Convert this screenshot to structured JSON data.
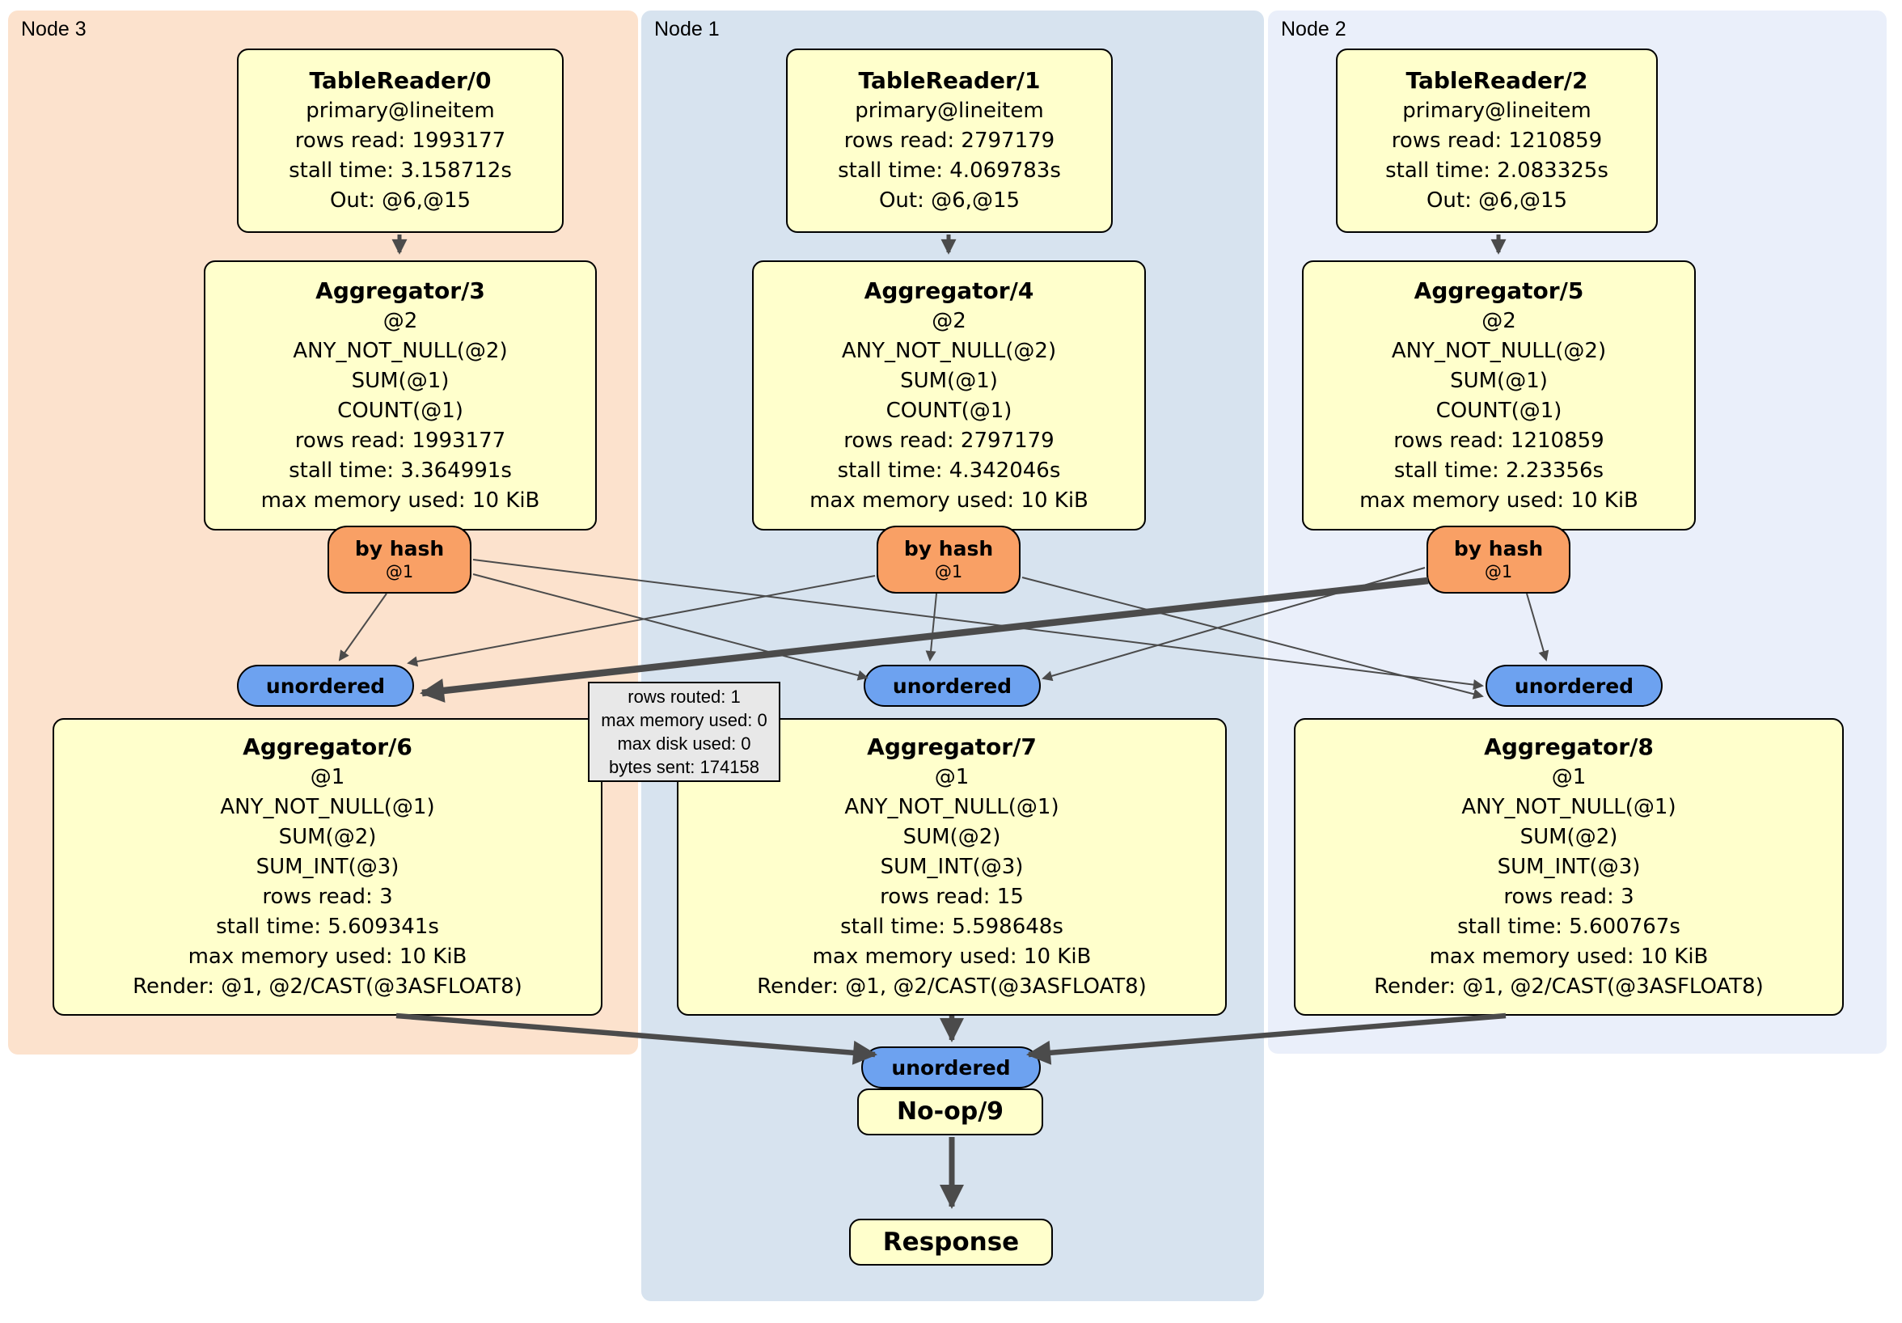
{
  "regions": [
    {
      "label": "Node 3"
    },
    {
      "label": "Node 1"
    },
    {
      "label": "Node 2"
    }
  ],
  "processors": {
    "tr0": {
      "title": "TableReader/0",
      "lines": [
        "primary@lineitem",
        "rows read: 1993177",
        "stall time: 3.158712s",
        "Out: @6,@15"
      ]
    },
    "tr1": {
      "title": "TableReader/1",
      "lines": [
        "primary@lineitem",
        "rows read: 2797179",
        "stall time: 4.069783s",
        "Out: @6,@15"
      ]
    },
    "tr2": {
      "title": "TableReader/2",
      "lines": [
        "primary@lineitem",
        "rows read: 1210859",
        "stall time: 2.083325s",
        "Out: @6,@15"
      ]
    },
    "ag3": {
      "title": "Aggregator/3",
      "lines": [
        "@2",
        "ANY_NOT_NULL(@2)",
        "SUM(@1)",
        "COUNT(@1)",
        "rows read: 1993177",
        "stall time: 3.364991s",
        "max memory used: 10 KiB"
      ]
    },
    "ag4": {
      "title": "Aggregator/4",
      "lines": [
        "@2",
        "ANY_NOT_NULL(@2)",
        "SUM(@1)",
        "COUNT(@1)",
        "rows read: 2797179",
        "stall time: 4.342046s",
        "max memory used: 10 KiB"
      ]
    },
    "ag5": {
      "title": "Aggregator/5",
      "lines": [
        "@2",
        "ANY_NOT_NULL(@2)",
        "SUM(@1)",
        "COUNT(@1)",
        "rows read: 1210859",
        "stall time: 2.23356s",
        "max memory used: 10 KiB"
      ]
    },
    "ag6": {
      "title": "Aggregator/6",
      "lines": [
        "@1",
        "ANY_NOT_NULL(@1)",
        "SUM(@2)",
        "SUM_INT(@3)",
        "rows read: 3",
        "stall time: 5.609341s",
        "max memory used: 10 KiB",
        "Render: @1, @2/CAST(@3ASFLOAT8)"
      ]
    },
    "ag7": {
      "title": "Aggregator/7",
      "lines": [
        "@1",
        "ANY_NOT_NULL(@1)",
        "SUM(@2)",
        "SUM_INT(@3)",
        "rows read: 15",
        "stall time: 5.598648s",
        "max memory used: 10 KiB",
        "Render: @1, @2/CAST(@3ASFLOAT8)"
      ]
    },
    "ag8": {
      "title": "Aggregator/8",
      "lines": [
        "@1",
        "ANY_NOT_NULL(@1)",
        "SUM(@2)",
        "SUM_INT(@3)",
        "rows read: 3",
        "stall time: 5.600767s",
        "max memory used: 10 KiB",
        "Render: @1, @2/CAST(@3ASFLOAT8)"
      ]
    },
    "noop": {
      "title": "No-op/9"
    },
    "response": {
      "title": "Response"
    }
  },
  "routers": [
    {
      "label": "by hash",
      "sub": "@1"
    },
    {
      "label": "by hash",
      "sub": "@1"
    },
    {
      "label": "by hash",
      "sub": "@1"
    }
  ],
  "syncs": [
    {
      "label": "unordered"
    },
    {
      "label": "unordered"
    },
    {
      "label": "unordered"
    },
    {
      "label": "unordered"
    }
  ],
  "tooltip": {
    "lines": [
      "rows routed: 1",
      "max memory used: 0",
      "max disk used: 0",
      "bytes sent: 174158"
    ]
  },
  "colors": {
    "node3_bg": "#fce2cd",
    "node1_bg": "#d7e3ef",
    "node2_bg": "#eaeffa",
    "box_bg": "#ffffcc",
    "router_bg": "#f9a065",
    "sync_bg": "#6da2f0",
    "edge": "#4b4b4b",
    "tooltip_bg": "#e8e8e8"
  }
}
